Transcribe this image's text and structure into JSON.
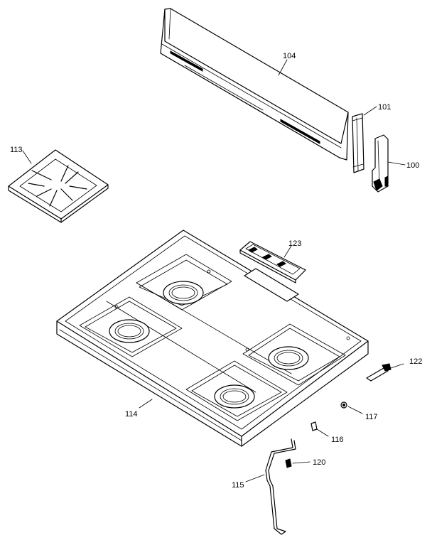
{
  "labels": {
    "backguard": "104",
    "end_cap_right": "101",
    "end_cap_bracket": "100",
    "burner_grate": "113",
    "vent_trim": "123",
    "cooktop": "114",
    "bracket_122": "122",
    "part_117": "117",
    "part_116": "116",
    "part_120": "120",
    "rod_115": "115"
  }
}
